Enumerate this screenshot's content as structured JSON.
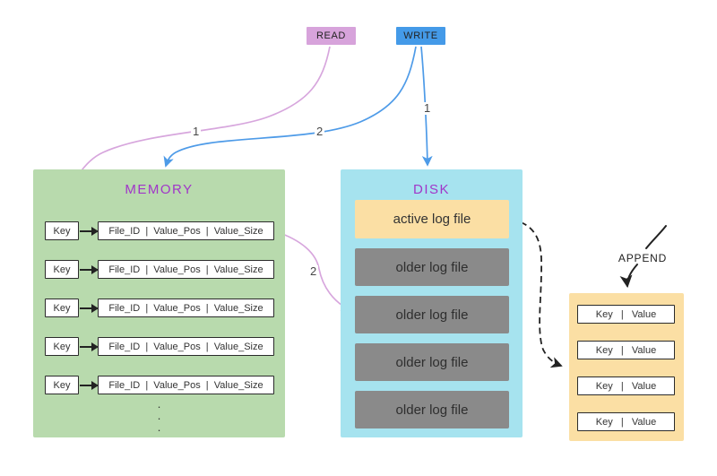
{
  "colors": {
    "memory_panel": "#B8DAAD",
    "disk_panel": "#A6E3EF",
    "log_file_active": "#FBDFA4",
    "log_file_older": "#8A8A8A",
    "read_accent": "#D7A3DB",
    "write_accent": "#449AE8",
    "title_purple": "#A136C9",
    "arrow_black": "#222222"
  },
  "operations": {
    "read": {
      "label": "READ"
    },
    "write": {
      "label": "WRITE"
    }
  },
  "flow_labels": {
    "read_step_1": "1",
    "write_step_2": "2",
    "write_step_1": "1",
    "lookup_step_2": "2",
    "append": "APPEND"
  },
  "memory": {
    "title": "MEMORY",
    "rows": [
      {
        "key": "Key",
        "entry": "File_ID  |  Value_Pos  |  Value_Size"
      },
      {
        "key": "Key",
        "entry": "File_ID  |  Value_Pos  |  Value_Size"
      },
      {
        "key": "Key",
        "entry": "File_ID  |  Value_Pos  |  Value_Size"
      },
      {
        "key": "Key",
        "entry": "File_ID  |  Value_Pos  |  Value_Size"
      },
      {
        "key": "Key",
        "entry": "File_ID  |  Value_Pos  |  Value_Size"
      }
    ],
    "ellipsis": [
      "·",
      "·",
      "·"
    ]
  },
  "disk": {
    "title": "DISK",
    "active_file": "active log file",
    "older_files": [
      "older log file",
      "older log file",
      "older log file",
      "older log file"
    ]
  },
  "append_file": {
    "rows": [
      "Key   |   Value",
      "Key   |   Value",
      "Key   |   Value",
      "Key   |   Value"
    ]
  }
}
